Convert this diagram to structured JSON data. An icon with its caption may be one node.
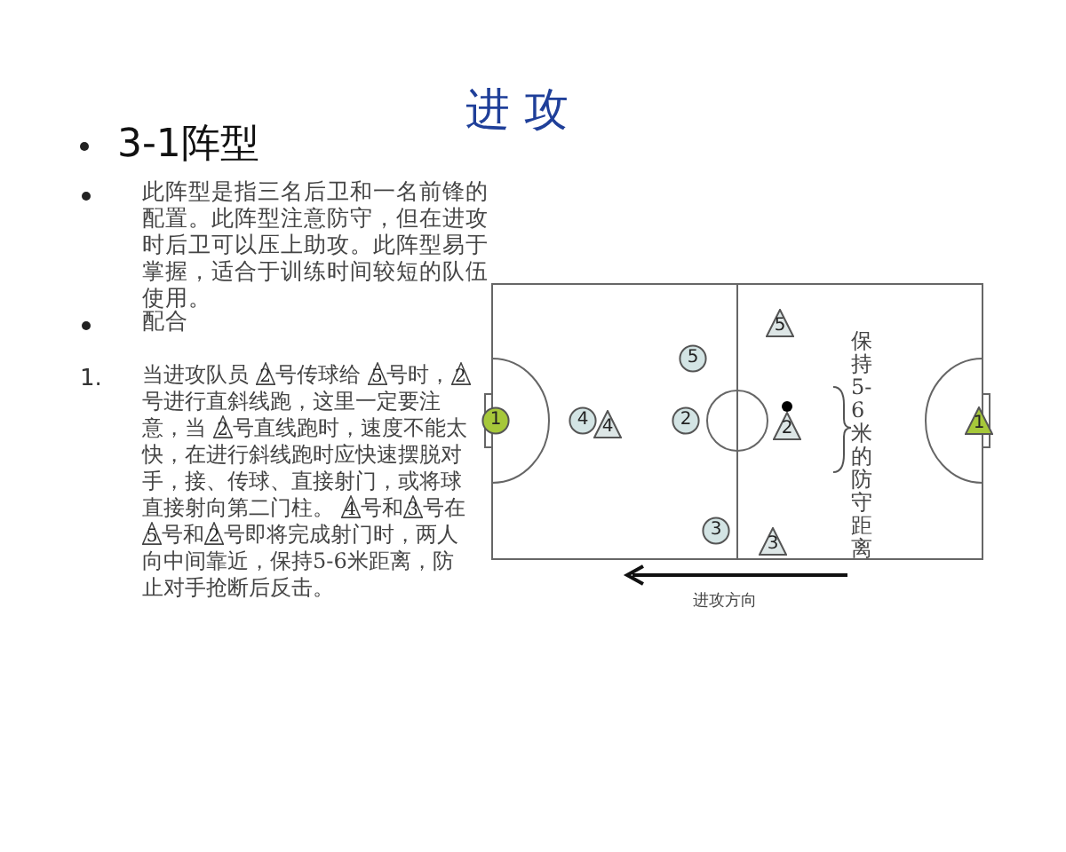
{
  "diagram": {
    "title": "进攻",
    "nodes": [
      {
        "text": [
          "1"
        ]
      },
      {
        "text": [
          "4"
        ]
      },
      {
        "text": [
          "4"
        ]
      },
      {
        "text": [
          "5"
        ]
      },
      {
        "text": [
          "2"
        ]
      },
      {
        "text": [
          "3"
        ]
      },
      {
        "text": [
          "5"
        ]
      },
      {
        "text": [
          "2"
        ]
      },
      {
        "text": [
          "3"
        ]
      },
      {
        "text": [
          "1"
        ]
      }
    ],
    "labels": [
      "3-1阵型",
      "此阵型是指三名后卫和一名前锋的配置。此阵型注意防守，但在进攻时后卫可以压上助攻。此阵型易于掌握，适合于训练时间较短的队伍使用。",
      "配合",
      "1.",
      "当进攻队员 2号传球给 5号时，2号进行直斜线跑，这里一定要注意，当 2号直线跑时，速度不能太快，在进行斜线跑时应快速摆脱对手，接、传球、直接射门，或将球直接射向第二门柱。 4号和3号在5号和2号即将完成射门时，两人向中间靠近，保持5-6米距离，防止对手抢断后反击。",
      "保持5-6米的防守距离",
      "进攻方向"
    ]
  }
}
